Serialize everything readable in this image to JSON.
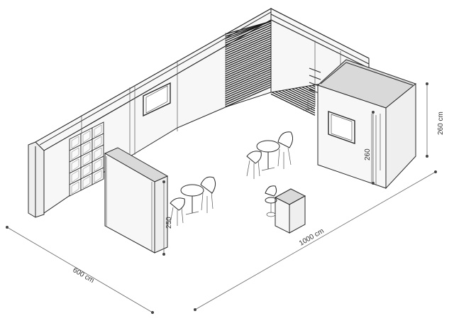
{
  "dimensions": {
    "depth": "600 cm",
    "width": "1000 cm",
    "wall_height": "260 cm",
    "storage_height": "260",
    "partition_height": "250"
  },
  "colors": {
    "line": "#2a2a2a",
    "wall_fill": "#f7f7f7",
    "slats": "#1a1a1a"
  }
}
